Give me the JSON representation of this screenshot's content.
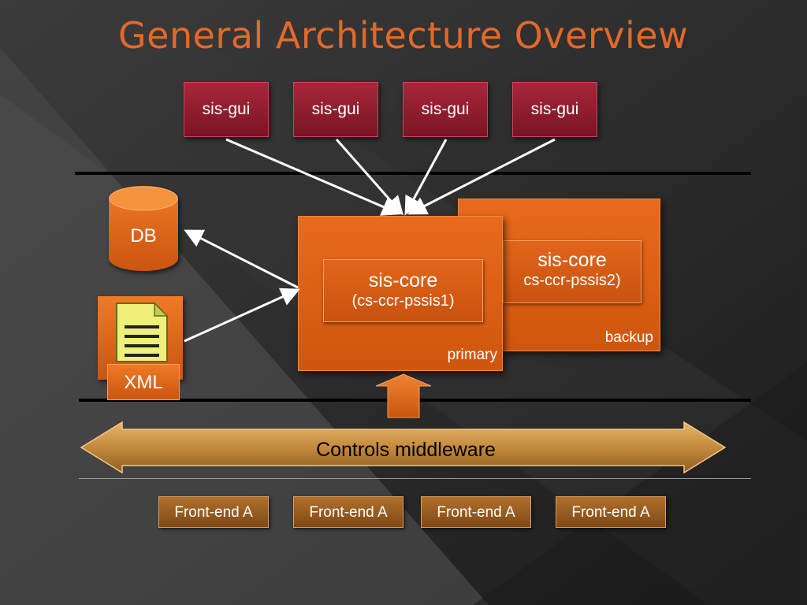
{
  "title": "General Architecture Overview",
  "gui_nodes": [
    {
      "label": "sis-gui"
    },
    {
      "label": "sis-gui"
    },
    {
      "label": "sis-gui"
    },
    {
      "label": "sis-gui"
    }
  ],
  "db": {
    "label": "DB"
  },
  "xml": {
    "label": "XML"
  },
  "core_primary": {
    "name": "sis-core",
    "host": "(cs-ccr-pssis1)",
    "role": "primary"
  },
  "core_backup": {
    "name": "sis-core",
    "host": "cs-ccr-pssis2)",
    "role": "backup"
  },
  "middleware": {
    "label": "Controls middleware"
  },
  "frontends": [
    {
      "label": "Front-end A"
    },
    {
      "label": "Front-end A"
    },
    {
      "label": "Front-end A"
    },
    {
      "label": "Front-end A"
    }
  ],
  "colors": {
    "title": "#e2692a",
    "gui": "#8e1c2e",
    "core": "#e06418",
    "middleware": "#c08a40",
    "frontend": "#9a5e24"
  }
}
